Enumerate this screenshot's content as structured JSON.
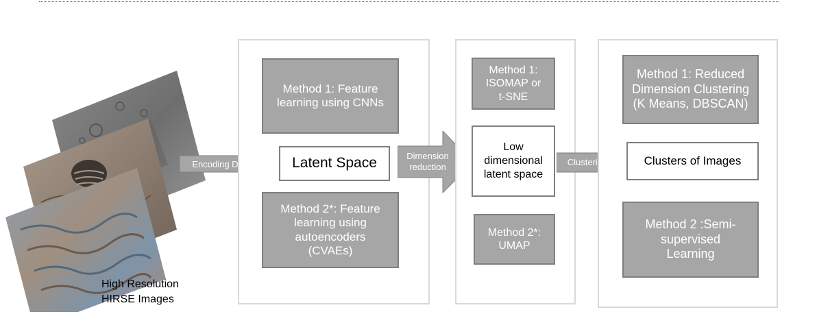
{
  "input": {
    "caption_line1": "High Resolution",
    "caption_line2": "HIRSE Images"
  },
  "arrows": {
    "encoding": "Encoding Data",
    "dimension_line1": "Dimension",
    "dimension_line2": "reduction",
    "clustering": "Clustering"
  },
  "feature_panel": {
    "method1": "Method 1: Feature learning using CNNs",
    "latent": "Latent Space",
    "method2": "Method 2*: Feature learning using autoencoders (CVAEs)"
  },
  "reduction_panel": {
    "method1": "Method 1: ISOMAP or t-SNE",
    "low_dim": "Low dimensional latent space",
    "method2": "Method 2*: UMAP"
  },
  "clustering_panel": {
    "method1": "Method 1: Reduced Dimension Clustering (K Means, DBSCAN)",
    "clusters": "Clusters of Images",
    "method2": "Method 2 :Semi-supervised Learning"
  },
  "colors": {
    "gray_box": "#a6a6a6",
    "gray_border": "#7f7f7f",
    "arrow": "#a6a6a6"
  }
}
